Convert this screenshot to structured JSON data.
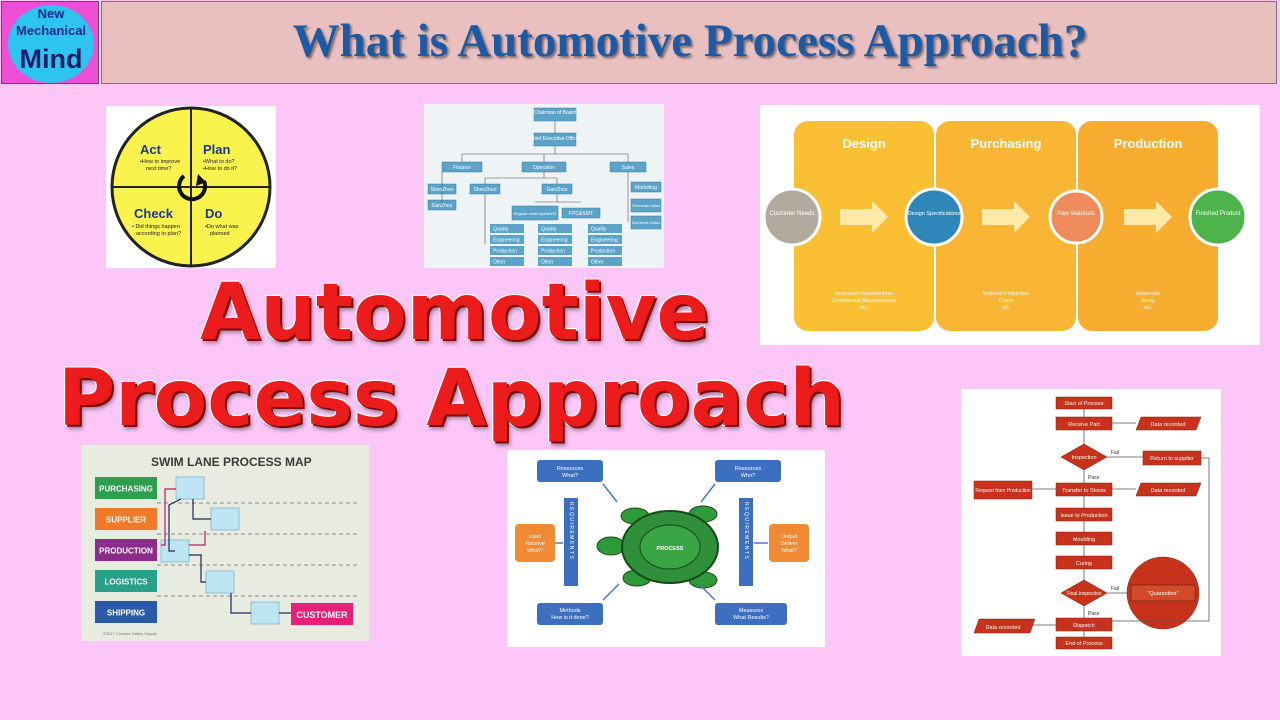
{
  "logo": {
    "line1": "New",
    "line2": "Mechanical",
    "line3": "Mind"
  },
  "header": {
    "title": "What is Automotive Process Approach?"
  },
  "main_title": {
    "line1": "Automotive",
    "line2": "Process Approach"
  },
  "pdca": {
    "act": "Act",
    "act_q1": "•How to improve",
    "act_q2": "next time?",
    "plan": "Plan",
    "plan_q1": "•What to do?",
    "plan_q2": "•How to do it?",
    "check": "Check",
    "check_q1": "• Did things happen",
    "check_q2": "according to plan?",
    "do": "Do",
    "do_q1": "•Do what was",
    "do_q2": "planned"
  },
  "org": {
    "chairman": "Chairman of Board",
    "ceo": "Chief Executive Officer",
    "finance": "Finance",
    "operation": "Operation",
    "sales": "Sales",
    "shenzhen1": "ShenZhen",
    "shenzhen2": "ShenZhen",
    "ganzhou1": "GanZhou",
    "ganzhou2": "GanZhou",
    "marketing": "Marketing",
    "overseas": "Overseas Sales",
    "domestic": "Domestic Sales",
    "regular": "Regular multi layer&HDI",
    "fpc": "FPC&SMT",
    "col_items": [
      "Quality",
      "Engineering",
      "Production",
      "Other"
    ]
  },
  "flow": {
    "stages": [
      "Design",
      "Purchasing",
      "Production"
    ],
    "nodes": [
      "Customer Needs",
      "Design Specifications",
      "Raw Materials",
      "Finished Product"
    ],
    "notes1": [
      "Technical Requirements",
      "Commercial Requirements",
      "etc."
    ],
    "notes2": [
      "Material Properties",
      "Costs",
      "etc."
    ],
    "notes3": [
      "Assemble",
      "Scrap",
      "etc."
    ]
  },
  "swim": {
    "title": "SWIM LANE PROCESS MAP",
    "lanes": [
      "PURCHASING",
      "SUPPLIER",
      "PRODUCTION",
      "LOGISTICS",
      "SHIPPING"
    ],
    "customer": "CUSTOMER",
    "copyright": "©2017 Creative Safety Supply",
    "lane_colors": [
      "#2e9e4f",
      "#f07a2a",
      "#8b2c8c",
      "#2aa08a",
      "#2b5aa8"
    ]
  },
  "turtle": {
    "resources_l": "Resources",
    "resources_l_q": "What?",
    "resources_r": "Resources",
    "resources_r_q": "Who?",
    "input": "Input",
    "input_sub1": "Receive",
    "input_sub2": "What?",
    "output": "Output",
    "output_sub1": "Deliver",
    "output_sub2": "What?",
    "methods": "Methods",
    "methods_q": "How is it done?",
    "measures": "Measures",
    "measures_q": "What Results?",
    "process": "PROCESS",
    "requirements": "REQUIREMENTS"
  },
  "chart": {
    "start": "Start of Process",
    "receive": "Receive Part",
    "data1": "Data recorded",
    "inspection": "Inspection",
    "fail1": "Fail",
    "return": "Return to supplier",
    "pass1": "Pass",
    "request": "Request from Production",
    "transfer": "Transfer to Stores",
    "data2": "Data recorded",
    "issue": "Issue to Production",
    "moulding": "Moulding",
    "curing": "Curing",
    "final": "Final Inspection",
    "fail2": "Fail",
    "quarantine": "\"Quarantine\"",
    "pass2": "Pass",
    "data3": "Data recorded",
    "dispatch": "Dispatch",
    "end": "End of Process"
  }
}
